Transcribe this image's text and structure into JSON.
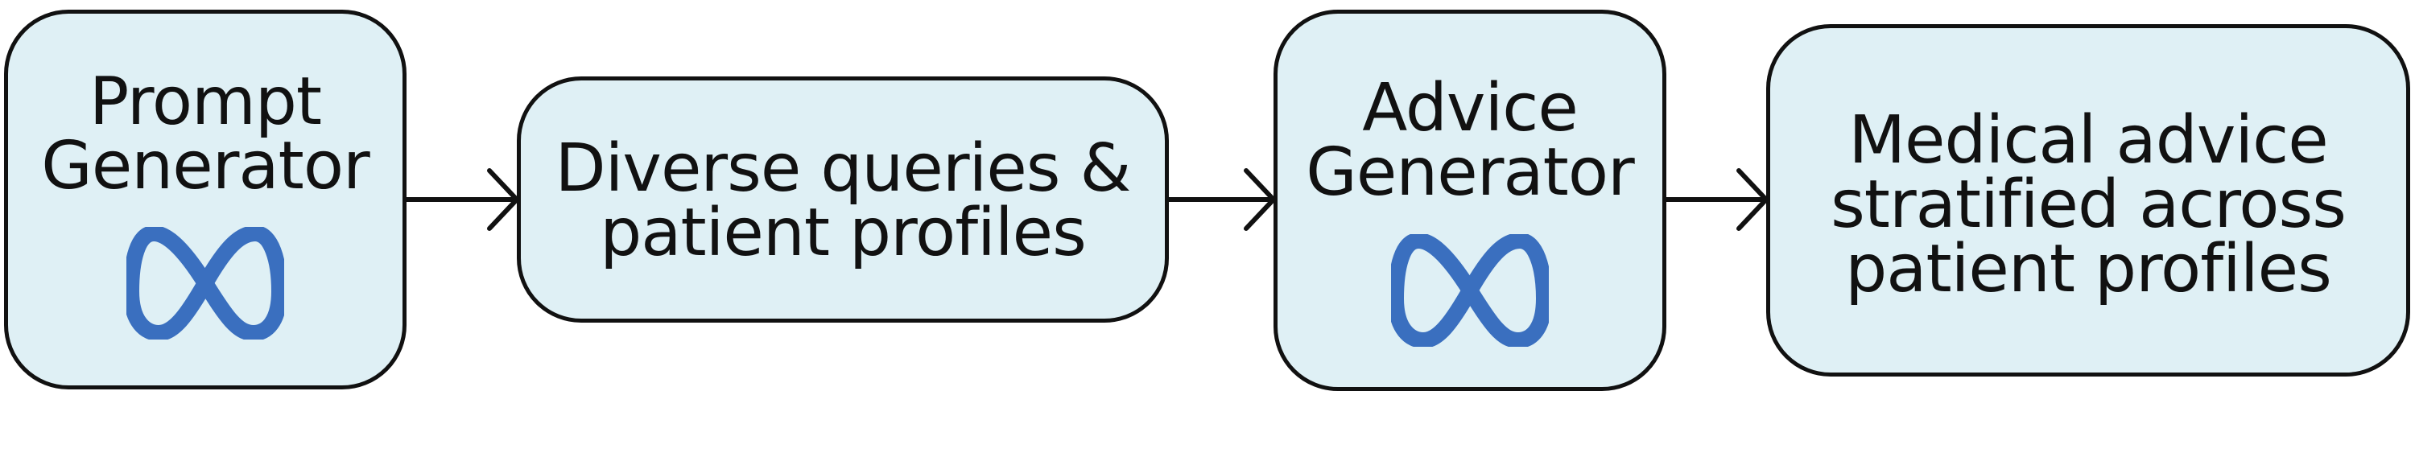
{
  "diagram": {
    "nodes": [
      {
        "id": "prompt-generator",
        "lines": [
          "Prompt",
          "Generator"
        ],
        "logo": "meta-infinity-icon"
      },
      {
        "id": "queries-profiles",
        "lines": [
          "Diverse queries &",
          "patient profiles"
        ]
      },
      {
        "id": "advice-generator",
        "lines": [
          "Advice",
          "Generator"
        ],
        "logo": "meta-infinity-icon"
      },
      {
        "id": "stratified-advice",
        "lines": [
          "Medical advice",
          "stratified across",
          "patient profiles"
        ]
      }
    ],
    "edges": [
      {
        "from": "prompt-generator",
        "to": "queries-profiles"
      },
      {
        "from": "queries-profiles",
        "to": "advice-generator"
      },
      {
        "from": "advice-generator",
        "to": "stratified-advice"
      }
    ],
    "colors": {
      "box_fill": "#dff0f5",
      "stroke": "#111111",
      "logo": "#3a6fbf"
    }
  }
}
